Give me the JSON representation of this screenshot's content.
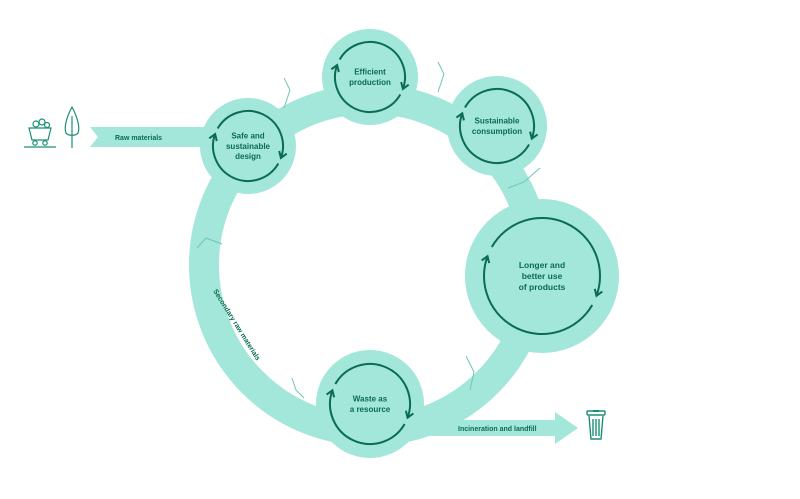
{
  "colors": {
    "ring": "#a3e6da",
    "node": "#a3e6da",
    "arrow": "#0b6b55",
    "text": "#0b6b55",
    "icon": "#1a8f76"
  },
  "stages": [
    {
      "id": "design",
      "lines": [
        "Safe and",
        "sustainable",
        "design"
      ]
    },
    {
      "id": "production",
      "lines": [
        "Efficient",
        "production"
      ]
    },
    {
      "id": "consumption",
      "lines": [
        "Sustainable",
        "consumption"
      ]
    },
    {
      "id": "use",
      "lines": [
        "Longer and",
        "better use",
        "of products"
      ]
    },
    {
      "id": "waste",
      "lines": [
        "Waste as",
        "a resource"
      ]
    }
  ],
  "flows": {
    "raw_materials": "Raw materials",
    "secondary_raw_materials": "Secondary raw materials",
    "incineration": "Incineration and landfill"
  },
  "icons": {
    "input": [
      "mine-cart-icon",
      "tree-icon"
    ],
    "output": "trash-bin-icon"
  }
}
